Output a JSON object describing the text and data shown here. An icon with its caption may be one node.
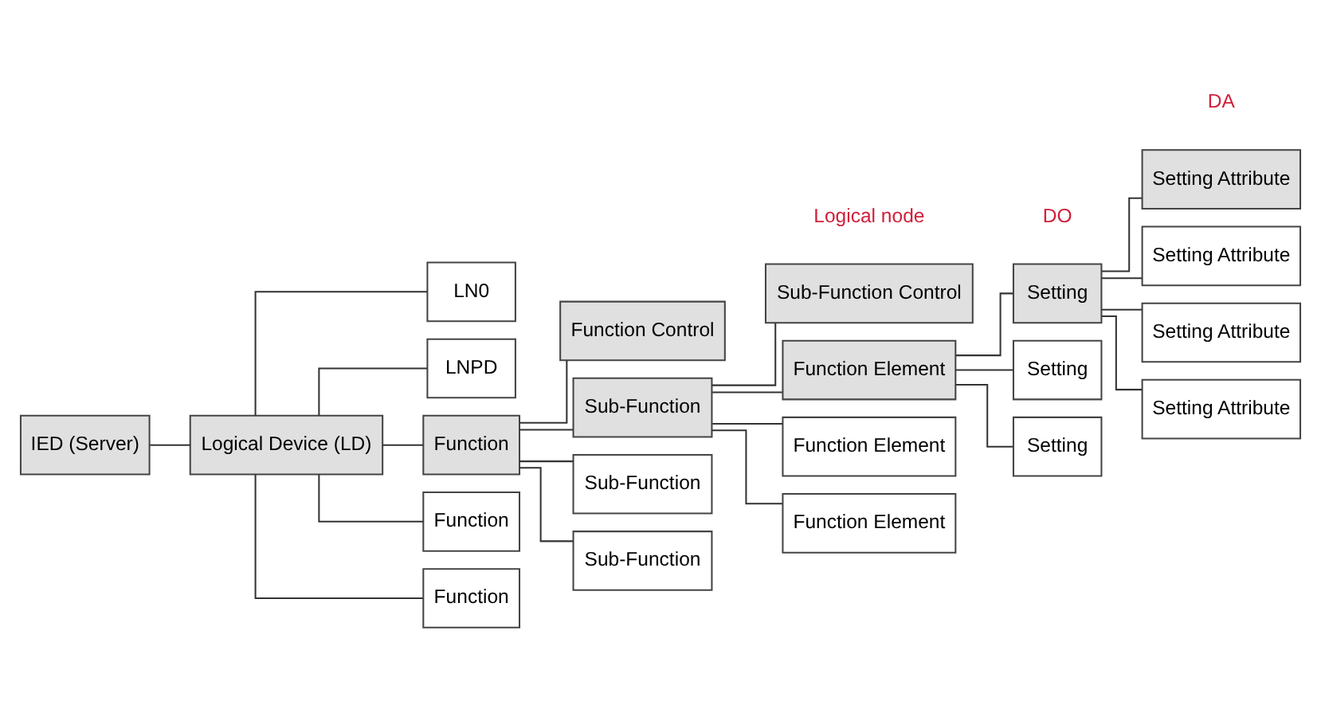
{
  "diagram": {
    "nodes": [
      {
        "text": [
          "IED (Server)"
        ]
      },
      {
        "text": [
          "Logical Device (LD)"
        ]
      },
      {
        "text": [
          "LN0"
        ]
      },
      {
        "text": [
          "LNPD"
        ]
      },
      {
        "text": [
          "Function"
        ]
      },
      {
        "text": [
          "Function"
        ]
      },
      {
        "text": [
          "Function"
        ]
      },
      {
        "text": [
          "Function Control"
        ]
      },
      {
        "text": [
          "Sub-Function"
        ]
      },
      {
        "text": [
          "Sub-Function"
        ]
      },
      {
        "text": [
          "Sub-Function"
        ]
      },
      {
        "text": [
          "Sub-Function Control"
        ]
      },
      {
        "text": [
          "Function Element"
        ]
      },
      {
        "text": [
          "Function Element"
        ]
      },
      {
        "text": [
          "Function Element"
        ]
      },
      {
        "text": [
          "Setting"
        ]
      },
      {
        "text": [
          "Setting"
        ]
      },
      {
        "text": [
          "Setting"
        ]
      },
      {
        "text": [
          "Setting Attribute"
        ]
      },
      {
        "text": [
          "Setting Attribute"
        ]
      },
      {
        "text": [
          "Setting Attribute"
        ]
      },
      {
        "text": [
          "Setting Attribute"
        ]
      }
    ],
    "edges": [
      {
        "from": 0,
        "to": 1,
        "arrow": "none"
      },
      {
        "from": 1,
        "to": 2,
        "arrow": "none"
      },
      {
        "from": 1,
        "to": 3,
        "arrow": "none"
      },
      {
        "from": 1,
        "to": 4,
        "arrow": "none"
      },
      {
        "from": 1,
        "to": 5,
        "arrow": "none"
      },
      {
        "from": 1,
        "to": 6,
        "arrow": "none"
      },
      {
        "from": 4,
        "to": 7,
        "arrow": "none"
      },
      {
        "from": 4,
        "to": 8,
        "arrow": "none"
      },
      {
        "from": 4,
        "to": 9,
        "arrow": "none"
      },
      {
        "from": 4,
        "to": 10,
        "arrow": "none"
      },
      {
        "from": 8,
        "to": 11,
        "arrow": "none"
      },
      {
        "from": 8,
        "to": 12,
        "arrow": "none"
      },
      {
        "from": 8,
        "to": 13,
        "arrow": "none"
      },
      {
        "from": 8,
        "to": 14,
        "arrow": "none"
      },
      {
        "from": 12,
        "to": 15,
        "arrow": "none"
      },
      {
        "from": 12,
        "to": 16,
        "arrow": "none"
      },
      {
        "from": 12,
        "to": 17,
        "arrow": "none"
      },
      {
        "from": 15,
        "to": 18,
        "arrow": "none"
      },
      {
        "from": 15,
        "to": 19,
        "arrow": "none"
      },
      {
        "from": 15,
        "to": 20,
        "arrow": "none"
      },
      {
        "from": 15,
        "to": 21,
        "arrow": "none"
      }
    ],
    "labels": [
      "Logical node",
      "DO",
      "DA"
    ]
  }
}
